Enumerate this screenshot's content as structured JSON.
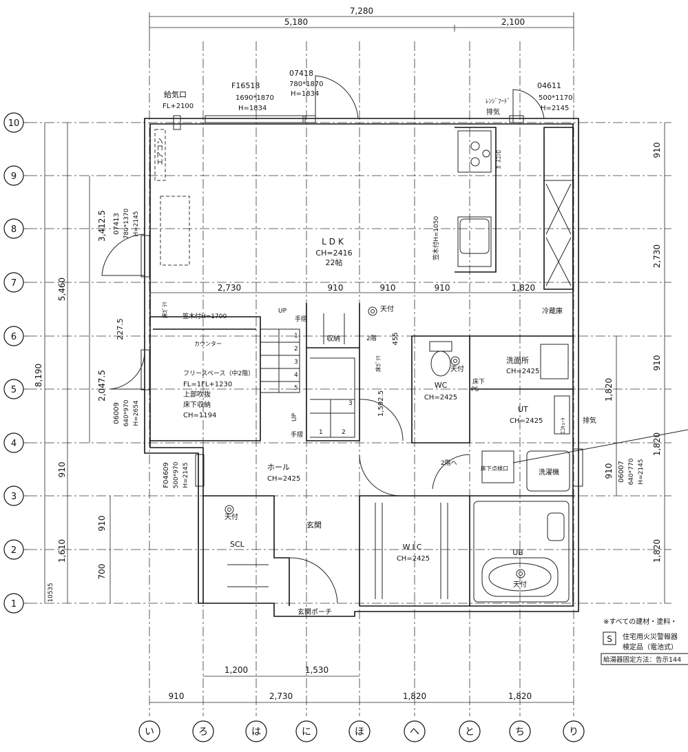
{
  "rows": [
    "10",
    "9",
    "8",
    "7",
    "6",
    "5",
    "4",
    "3",
    "2",
    "1"
  ],
  "cols": [
    "い",
    "ろ",
    "は",
    "に",
    "ほ",
    "へ",
    "と",
    "ち",
    "り"
  ],
  "dims": {
    "top_total": "7,280",
    "top_left": "5,180",
    "top_right": "2,100",
    "bottom_1": "910",
    "bottom_2": "2,730",
    "bottom_3": "1,820",
    "bottom_4": "1,820",
    "inner_bottom_1": "1,200",
    "inner_bottom_2": "1,530",
    "mid_1": "2,730",
    "mid_2": "910",
    "mid_3": "910",
    "mid_4": "910",
    "mid_5": "1,820",
    "left_total": "8,190",
    "left_upper": "5,460",
    "left_3412": "3,412.5",
    "left_227": "227.5",
    "left_2047": "2,047.5",
    "left_910": "910",
    "left_1610": "1,610",
    "left_910b": "910",
    "left_700": "700",
    "left_105": "105",
    "left_35": "35",
    "right_910a": "910",
    "right_2730": "2,730",
    "right_910b": "910",
    "right_1820a": "1,820",
    "right_1820b": "1,820",
    "right_910c": "910",
    "right_1820c": "1,820",
    "stair_455": "455",
    "stair_1592": "1,592.5"
  },
  "windows": {
    "kyuki": "給気口",
    "kyuki_fl": "FL+2100",
    "f16518": "F16518",
    "f16518_size": "1690*1870",
    "f16518_h": "H=1834",
    "w07418": "07418",
    "w07418_size": "780*1870",
    "w07418_h": "H=1834",
    "w04611": "04611",
    "w04611_size": "500*1170",
    "w04611_h": "H=2145",
    "range_hood": "ﾚﾝｼﾞﾌｰﾄﾞ",
    "haiki": "排気",
    "w07413": "07413",
    "w07413_size": "780*1370",
    "w07413_h": "H=2145",
    "w06009": "06009",
    "w06009_size": "640*970",
    "w06009_h": "H=2654",
    "f04609": "F04609",
    "f04609_size": "500*970",
    "f04609_h": "H=2145",
    "w06007": "06007",
    "w06007_size": "640*770",
    "w06007_h": "H=2145",
    "haiki2": "排気"
  },
  "rooms": {
    "ldk": "LDK",
    "ldk_ch": "CH=2416",
    "ldk_tatami": "22帖",
    "aircon": "エアコン",
    "gas": "ｶﾞｽｺﾝﾛ",
    "kasagi_1050": "笠木付H=1050",
    "kasagi_1700": "笠木付H=1700",
    "yuka_garari": "床ｶﾞﾗﾘ",
    "counter": "カウンター",
    "free_space": "フリースペース（中2階）",
    "free_fl": "FL=1FL+1230",
    "free_fukinuke": "上部吹抜",
    "free_yukashita": "床下収納",
    "free_ch": "CH=1194",
    "up1": "UP",
    "up2": "UP",
    "tesuri1": "手摺",
    "tesuri2": "手摺",
    "shuno": "収納",
    "nikai": "2階",
    "tenzuke_1": "天付",
    "yuka_garari2": "床ｶﾞﾗﾘ",
    "reizoko": "冷蔵庫",
    "senmen": "洗面所",
    "senmen_ch": "CH=2425",
    "wc": "WC",
    "wc_ch": "CH=2425",
    "tenzuke_wc": "天付",
    "yukashita": "床下",
    "ps": "PS",
    "ut": "UT",
    "ut_ch": "CH=2425",
    "ecocute": "ｴｺｷｭｰﾄ",
    "nikai_he": "2階へ",
    "yukashita_tenken": "床下点検口",
    "sentakuki": "洗濯機",
    "hall": "ホール",
    "hall_ch": "CH=2425",
    "tenzuke_scl": "天付",
    "scl": "SCL",
    "genkan": "玄関",
    "genkan_porch": "玄関ポーチ",
    "wic": "WIC",
    "wic_ch": "CH=2425",
    "ub": "UB",
    "tenzuke_ub": "天付"
  },
  "notes": {
    "note1": "※すべての建材・塗料・",
    "legend_symbol": "S",
    "legend_1": "住宅用火災警報器",
    "legend_2": "検定品（電池式）",
    "water_heater": "給湯器固定方法：告示144"
  }
}
